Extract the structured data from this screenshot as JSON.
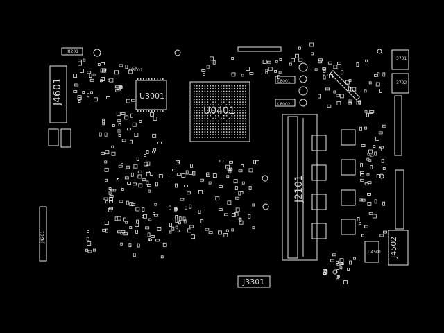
{
  "colors": {
    "background": "#000000",
    "outline": "#e6e6e6",
    "label": "#d8d8d8"
  },
  "components": {
    "u0401": "U0401",
    "u3001": "U3001",
    "j4601": "J4601",
    "j2101": "J2101",
    "j3301": "J3301",
    "j4502": "J4502",
    "u4501": "U4501",
    "u3001_small": "U3001",
    "j8201": "J8201",
    "l8001": "L8001",
    "l8002": "L8002",
    "t3701": "3701",
    "t3702": "3702",
    "j4201": "J4201"
  }
}
